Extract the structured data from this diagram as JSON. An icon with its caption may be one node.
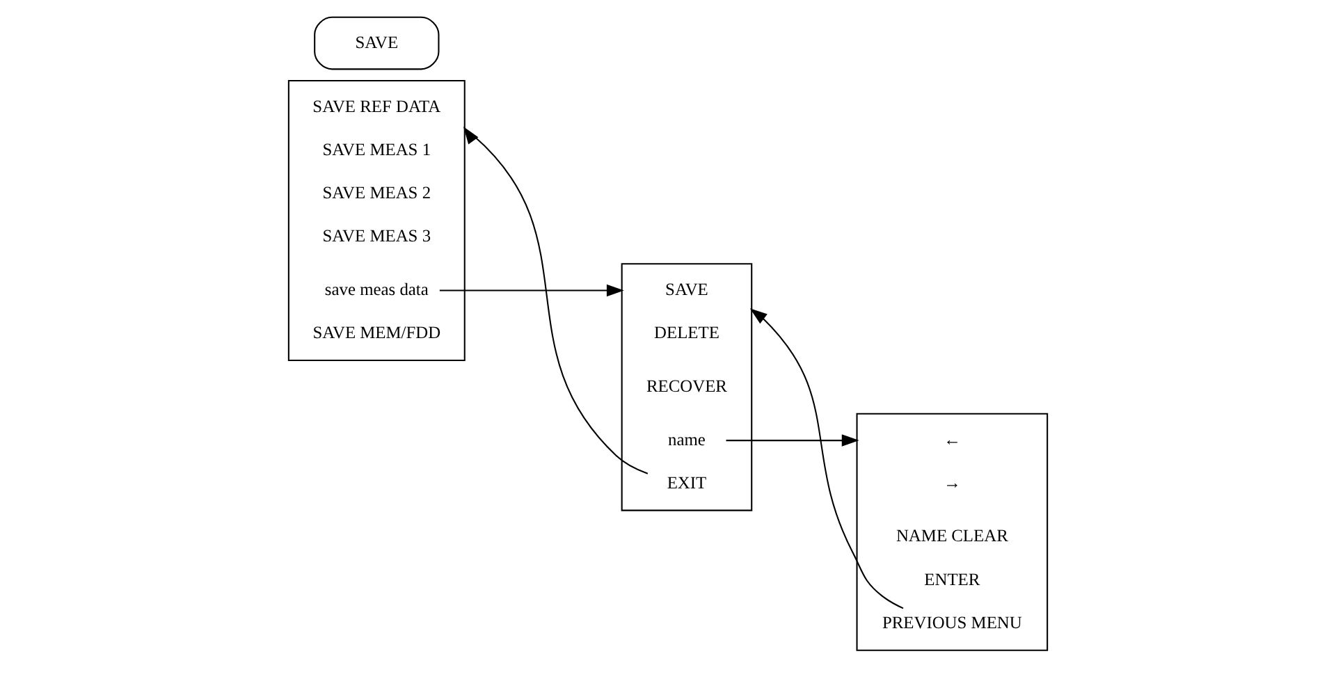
{
  "diagram": {
    "nodes": [
      {
        "text": [
          "SAVE"
        ]
      },
      {
        "text": [],
        "shape": "box"
      },
      {
        "text": [
          "SAVE REF DATA"
        ],
        "in": 1
      },
      {
        "text": [
          "SAVE MEAS 1"
        ],
        "in": 1
      },
      {
        "text": [
          "SAVE MEAS 2"
        ],
        "in": 1
      },
      {
        "text": [
          "SAVE MEAS 3"
        ],
        "in": 1
      },
      {
        "text": [
          "save meas data"
        ],
        "in": 1
      },
      {
        "text": [
          "SAVE MEM/FDD"
        ],
        "in": 1
      },
      {
        "text": [],
        "shape": "box"
      },
      {
        "text": [
          "SAVE"
        ],
        "in": 8
      },
      {
        "text": [
          "DELETE"
        ],
        "in": 8
      },
      {
        "text": [
          "RECOVER"
        ],
        "in": 8
      },
      {
        "text": [
          "name"
        ],
        "in": 8
      },
      {
        "text": [
          "EXIT"
        ],
        "in": 8
      },
      {
        "text": [],
        "shape": "box"
      },
      {
        "text": [
          "←"
        ],
        "in": 14
      },
      {
        "text": [
          "→"
        ],
        "in": 14
      },
      {
        "text": [
          "NAME CLEAR"
        ],
        "in": 14
      },
      {
        "text": [
          "ENTER"
        ],
        "in": 14
      },
      {
        "text": [
          "PREVIOUS MENU"
        ],
        "in": 14
      }
    ],
    "edges": [
      {
        "from": 6,
        "to": 8,
        "arrow": "to"
      },
      {
        "from": 13,
        "to": 1,
        "arrow": "to"
      },
      {
        "from": 12,
        "to": 14,
        "arrow": "to"
      },
      {
        "from": 19,
        "to": 8,
        "arrow": "to"
      }
    ]
  }
}
